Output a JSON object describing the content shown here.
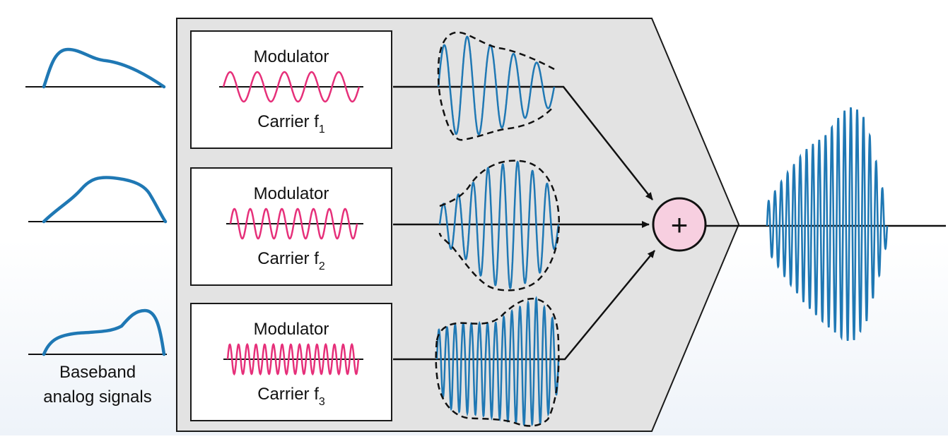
{
  "colors": {
    "signal": "#1f78b4",
    "carrier": "#e6307a",
    "panel": "#e3e3e3",
    "panel_stroke": "#1a1a1a",
    "adder_fill": "#f7cfe0",
    "line": "#111111"
  },
  "channels": [
    {
      "modulator_label": "Modulator",
      "carrier_label": "Carrier f",
      "carrier_index": "1"
    },
    {
      "modulator_label": "Modulator",
      "carrier_label": "Carrier f",
      "carrier_index": "2"
    },
    {
      "modulator_label": "Modulator",
      "carrier_label": "Carrier f",
      "carrier_index": "3"
    }
  ],
  "baseband_caption": [
    "Baseband",
    "analog signals"
  ],
  "adder_symbol": "+"
}
